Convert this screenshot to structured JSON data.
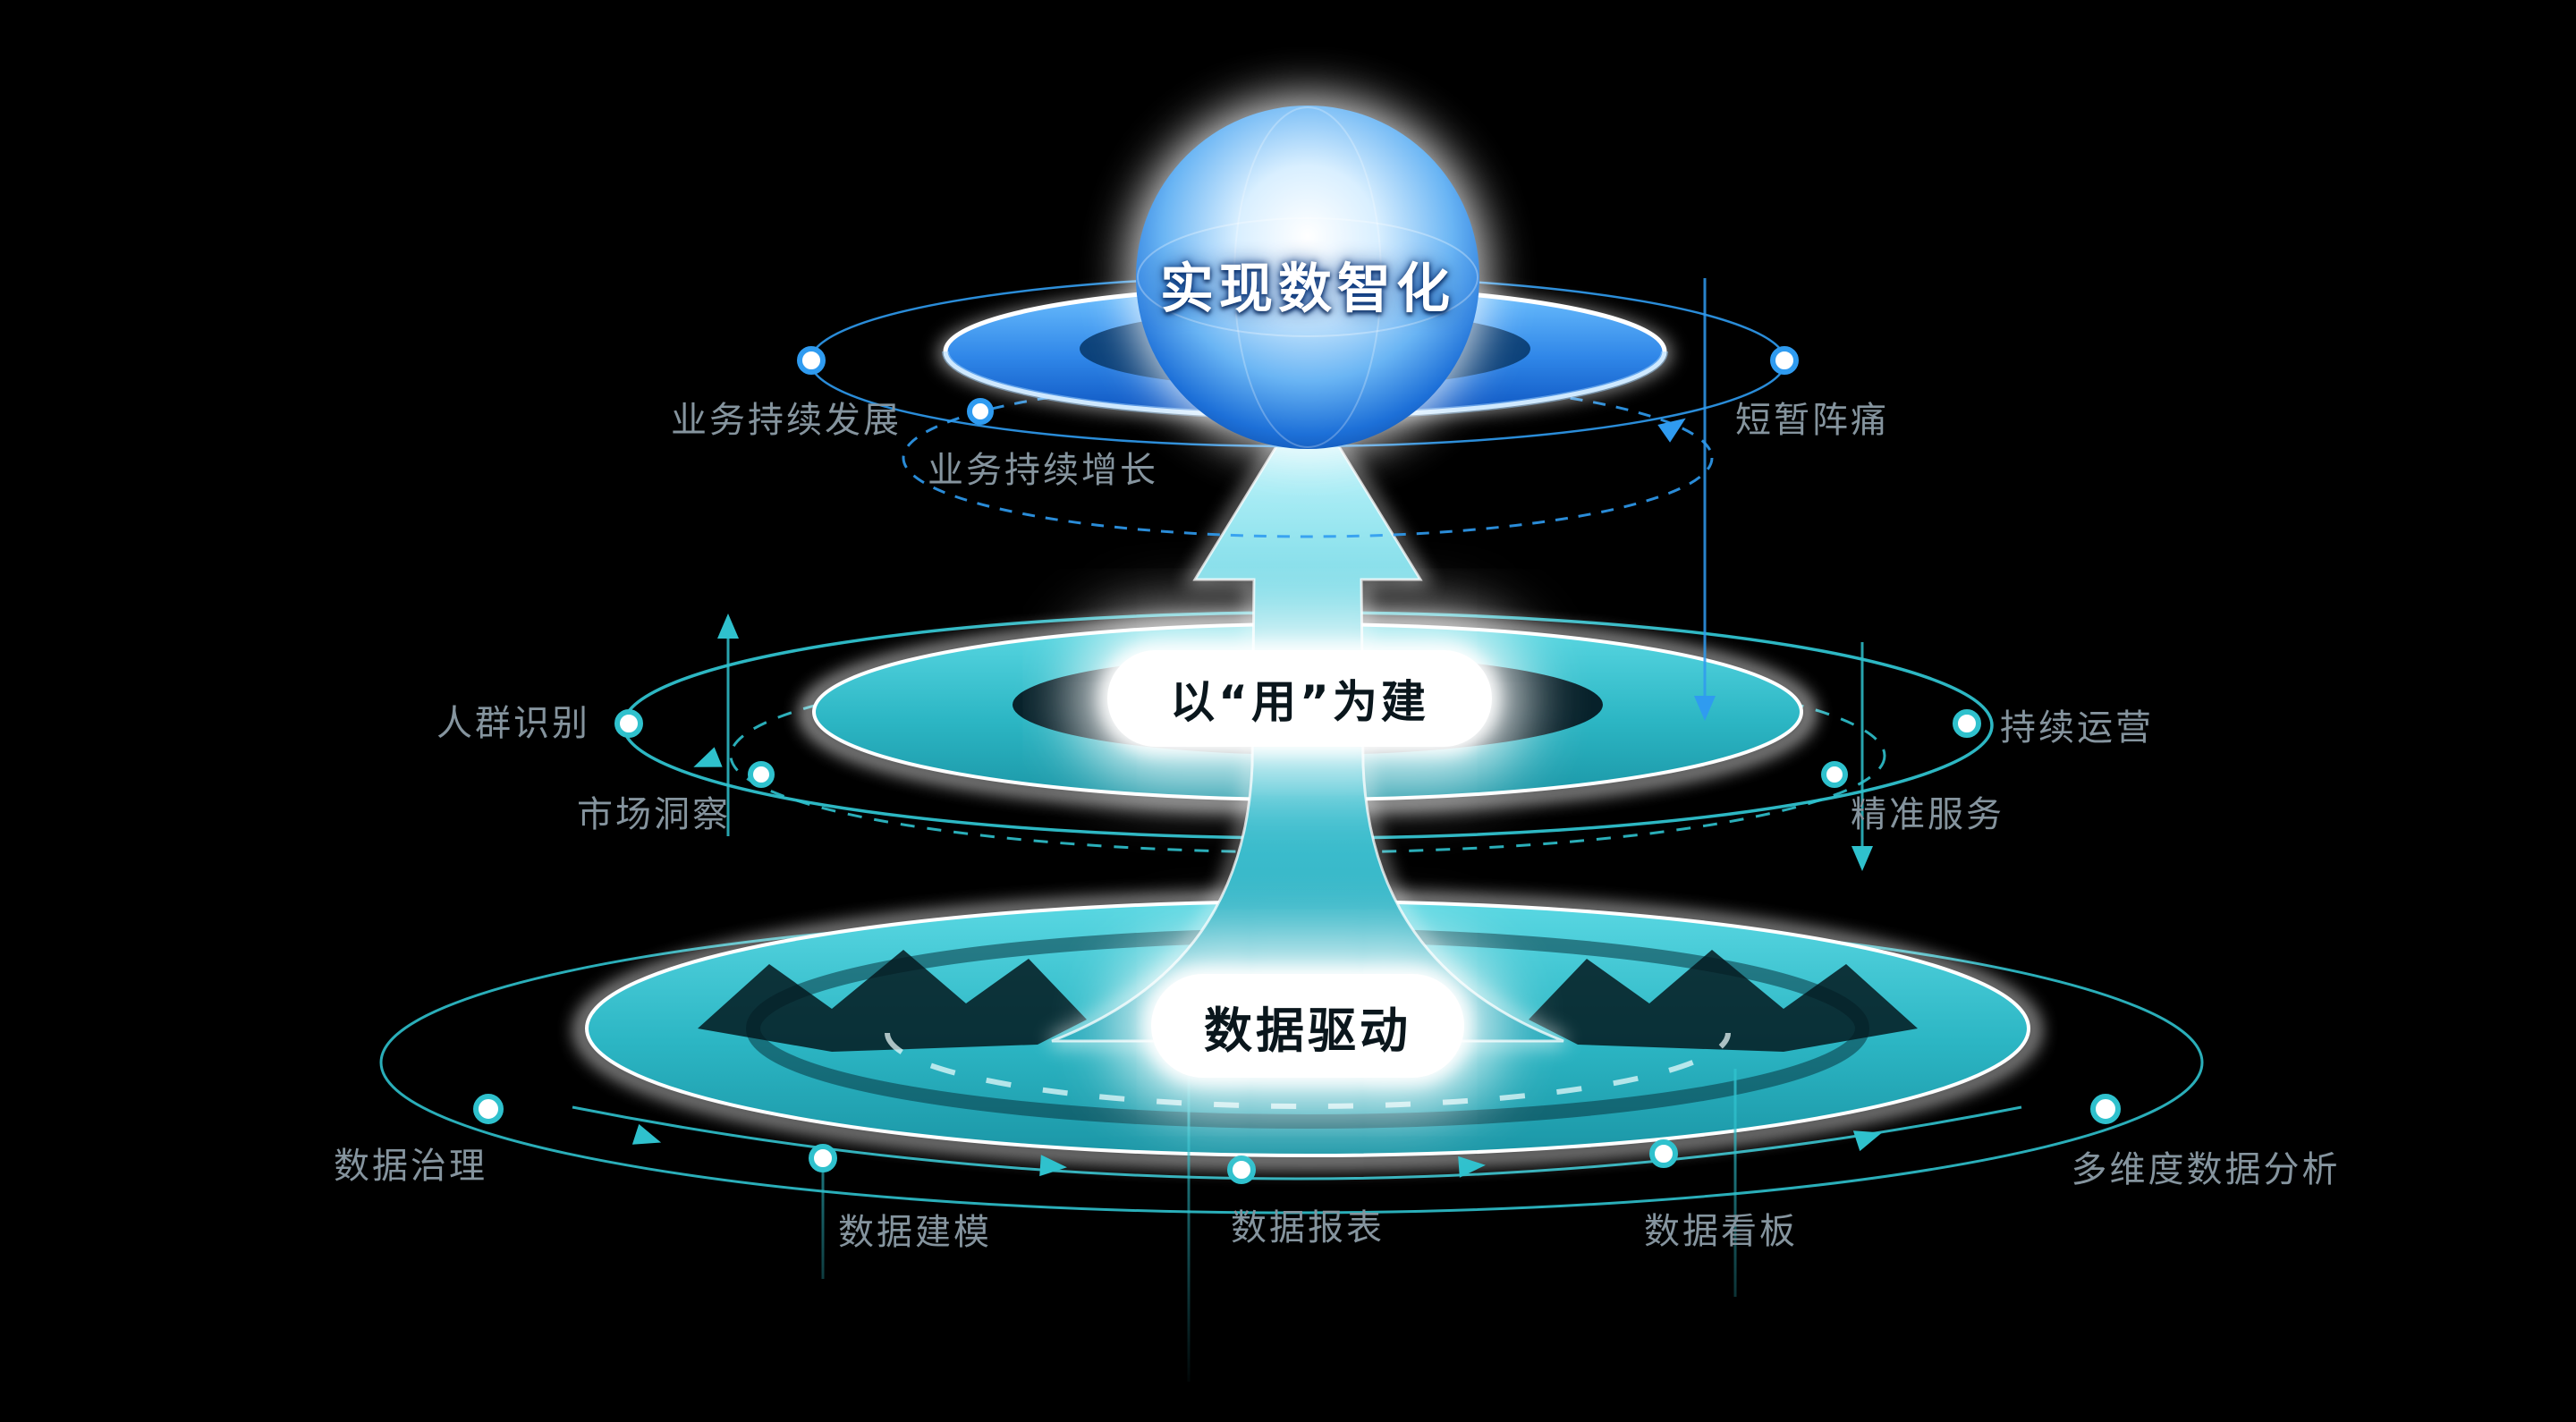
{
  "diagram": {
    "tiers": {
      "top": {
        "title": "实现数智化"
      },
      "middle": {
        "title": "以“用”为建"
      },
      "bottom": {
        "title": "数据驱动"
      }
    },
    "labels": {
      "business_development": "业务持续发展",
      "business_growth": "业务持续增长",
      "short_term_pain": "短暂阵痛",
      "audience_identification": "人群识别",
      "market_insight": "市场洞察",
      "continuous_operation": "持续运营",
      "precise_service": "精准服务",
      "data_governance": "数据治理",
      "data_modeling": "数据建模",
      "data_report": "数据报表",
      "data_dashboard": "数据看板",
      "multidimensional_analysis": "多维度数据分析"
    },
    "colors": {
      "teal": "#2fc1cd",
      "blue": "#2f9bf0",
      "label_gray": "#85949e",
      "background": "#000000"
    }
  }
}
